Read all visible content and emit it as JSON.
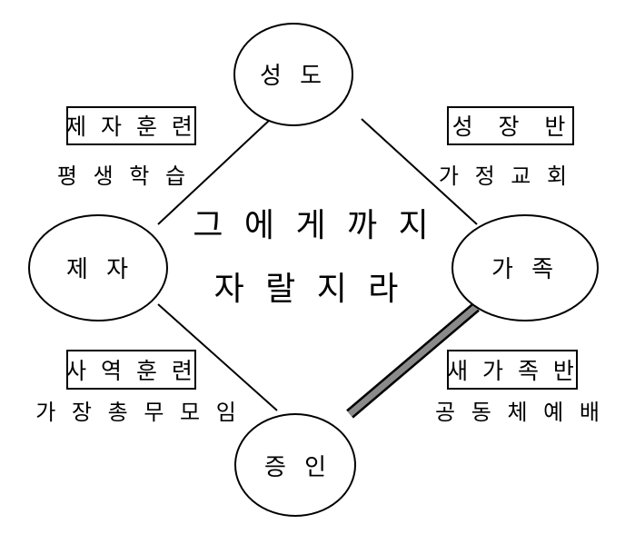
{
  "nodes": {
    "top": "성 도",
    "left": "제 자",
    "right": "가 족",
    "bottom": "증 인"
  },
  "center": {
    "line1": "그 에 게 까 지",
    "line2": "자 랄 지 라"
  },
  "labels": {
    "top_left_box": "제 자 훈 련",
    "top_left_sub": "평 생 학 습",
    "top_right_box": "성  장  반",
    "top_right_sub": "가 정 교 회",
    "bottom_left_box": "사 역 훈 련",
    "bottom_left_sub": "가 장 총 무 모 임",
    "bottom_right_box": "새 가 족 반",
    "bottom_right_sub": "공 동 체 예 배"
  },
  "colors": {
    "line": "#000000",
    "thick_edge": "#888888"
  }
}
